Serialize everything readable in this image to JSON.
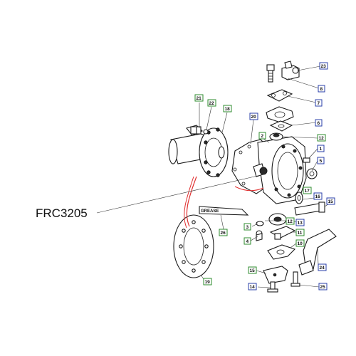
{
  "reference_label": "FRC3205",
  "grease_label": "GREASE",
  "colors": {
    "green_callout": "#2e8b2e",
    "blue_callout": "#2a3fa8",
    "highlight_red": "#e03030",
    "line": "#1a1a1a"
  },
  "callouts": [
    {
      "id": "c23",
      "text": "23",
      "color": "blue"
    },
    {
      "id": "c8",
      "text": "8",
      "color": "blue"
    },
    {
      "id": "c7",
      "text": "7",
      "color": "blue"
    },
    {
      "id": "c6",
      "text": "6",
      "color": "blue"
    },
    {
      "id": "c21",
      "text": "21",
      "color": "green"
    },
    {
      "id": "c22",
      "text": "22",
      "color": "green"
    },
    {
      "id": "c18",
      "text": "18",
      "color": "green"
    },
    {
      "id": "c20",
      "text": "20",
      "color": "blue"
    },
    {
      "id": "c2",
      "text": "2",
      "color": "green"
    },
    {
      "id": "c12a",
      "text": "12",
      "color": "green"
    },
    {
      "id": "c1",
      "text": "1",
      "color": "blue"
    },
    {
      "id": "c5",
      "text": "5",
      "color": "blue"
    },
    {
      "id": "c17",
      "text": "17",
      "color": "green"
    },
    {
      "id": "c16",
      "text": "16",
      "color": "blue"
    },
    {
      "id": "c15",
      "text": "15",
      "color": "blue"
    },
    {
      "id": "c13",
      "text": "13",
      "color": "blue"
    },
    {
      "id": "c12b",
      "text": "12",
      "color": "green"
    },
    {
      "id": "c3",
      "text": "3",
      "color": "green"
    },
    {
      "id": "c26",
      "text": "26",
      "color": "green"
    },
    {
      "id": "c11",
      "text": "11",
      "color": "green"
    },
    {
      "id": "c4",
      "text": "4",
      "color": "green"
    },
    {
      "id": "c10",
      "text": "10",
      "color": "green"
    },
    {
      "id": "c24",
      "text": "24",
      "color": "blue"
    },
    {
      "id": "c19",
      "text": "19",
      "color": "green"
    },
    {
      "id": "c15b",
      "text": "15",
      "color": "green"
    },
    {
      "id": "c14",
      "text": "14",
      "color": "blue"
    },
    {
      "id": "c25",
      "text": "25",
      "color": "blue"
    }
  ]
}
